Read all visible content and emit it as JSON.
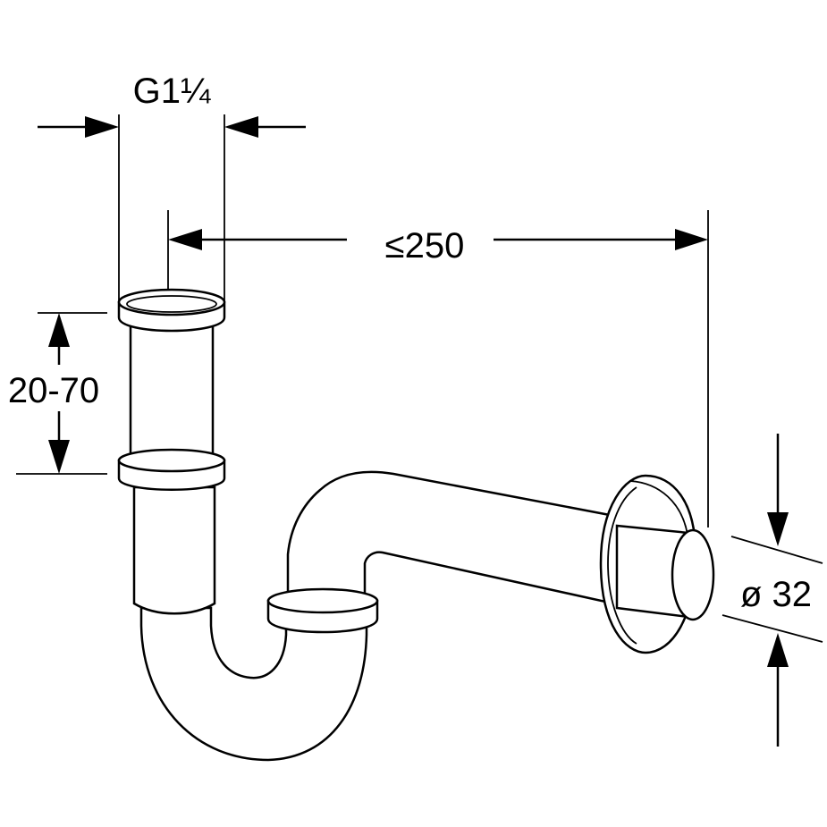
{
  "dimensions": {
    "inlet_thread": "G1¼",
    "horizontal_length": "≤250",
    "height_adjust": "20-70",
    "outlet_diameter": "ø 32"
  }
}
